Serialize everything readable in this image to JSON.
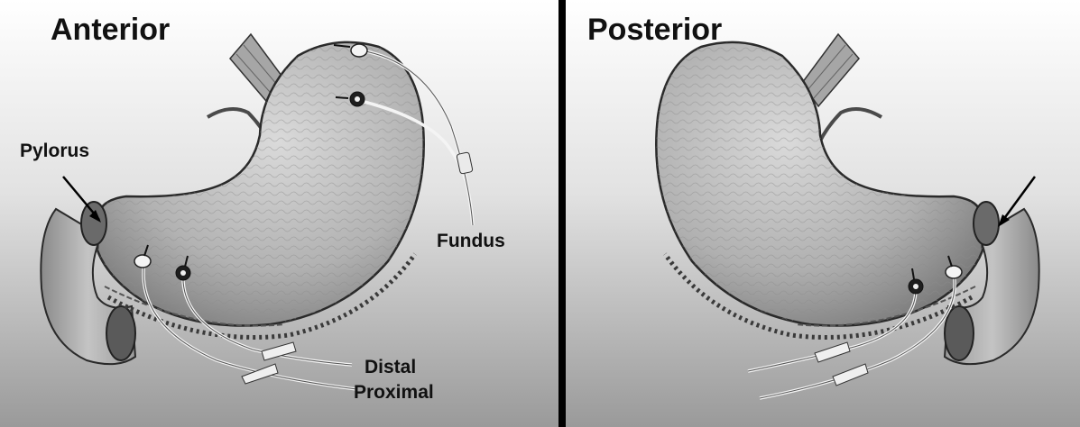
{
  "panels": {
    "anterior": {
      "title": "Anterior",
      "labels": {
        "pylorus": "Pylorus",
        "fundus": "Fundus",
        "distal": "Distal",
        "proximal": "Proximal"
      }
    },
    "posterior": {
      "title": "Posterior"
    }
  },
  "colors": {
    "background_top": "#ffffff",
    "background_bottom": "#9a9a9a",
    "tissue_light": "#d2d2d2",
    "tissue_dark": "#6e6e6e",
    "outline": "#2a2a2a",
    "divider": "#000000",
    "lead_wire": "#f4f4f4"
  }
}
